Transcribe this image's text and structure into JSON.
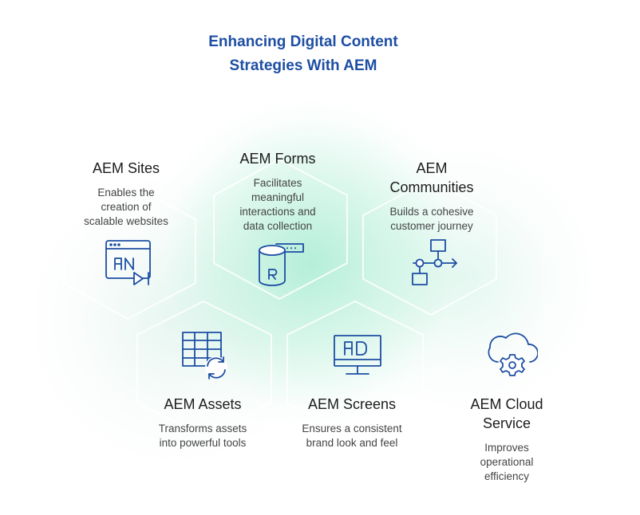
{
  "title_lines": [
    "Enhancing Digital Content",
    "Strategies With AEM"
  ],
  "accent_color": "#1d4ea3",
  "services": [
    {
      "name_lines": [
        "AEM Sites"
      ],
      "desc_lines": [
        "Enables the",
        "creation of",
        "scalable websites"
      ],
      "icon": "browser-media-icon"
    },
    {
      "name_lines": [
        "AEM Forms"
      ],
      "desc_lines": [
        "Facilitates",
        "meaningful",
        "interactions and",
        "data collection"
      ],
      "icon": "database-form-icon"
    },
    {
      "name_lines": [
        "AEM",
        "Communities"
      ],
      "desc_lines": [
        "Builds a cohesive",
        "customer journey"
      ],
      "icon": "flowchart-icon"
    },
    {
      "name_lines": [
        "AEM Assets"
      ],
      "desc_lines": [
        "Transforms assets",
        "into powerful tools"
      ],
      "icon": "table-sync-icon"
    },
    {
      "name_lines": [
        "AEM Screens"
      ],
      "desc_lines": [
        "Ensures a consistent",
        "brand look and feel"
      ],
      "icon": "monitor-ad-icon"
    },
    {
      "name_lines": [
        "AEM Cloud",
        "Service"
      ],
      "desc_lines": [
        "Improves",
        "operational",
        "efficiency"
      ],
      "icon": "cloud-gear-icon"
    }
  ]
}
